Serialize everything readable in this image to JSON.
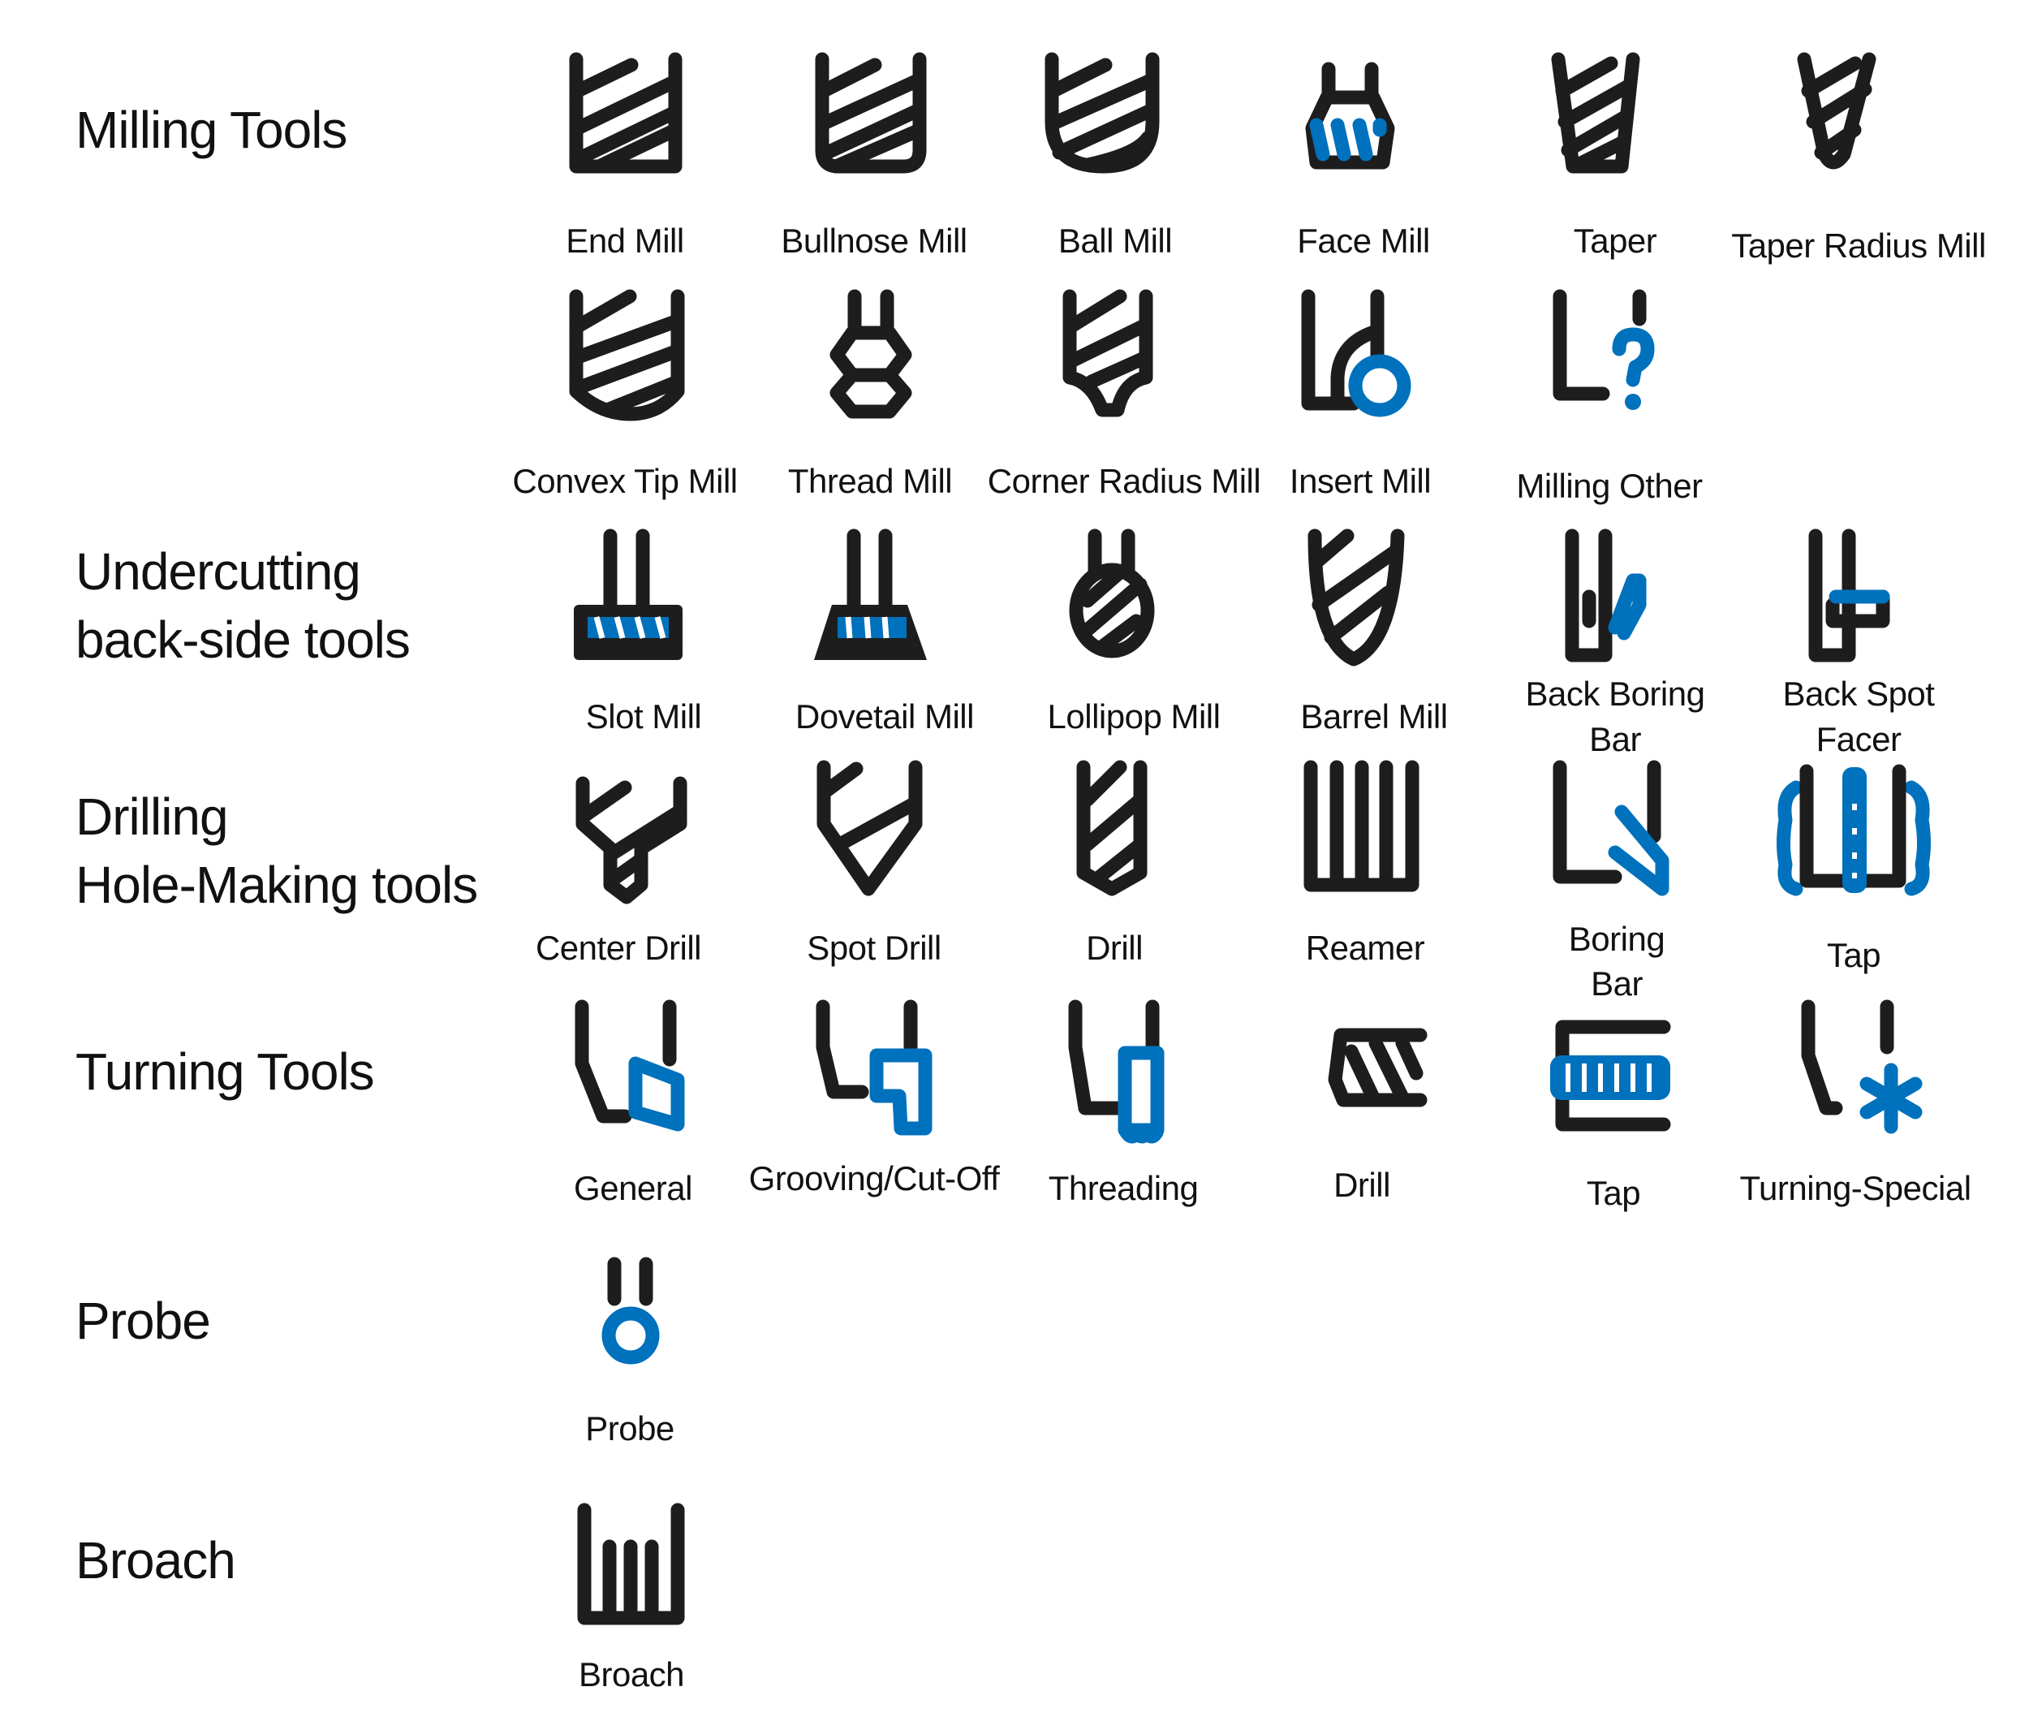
{
  "colors": {
    "ink": "#1d1d1d",
    "accent": "#0071bc",
    "background": "#ffffff"
  },
  "sections": {
    "milling": {
      "title": "Milling Tools"
    },
    "undercutting": {
      "title_line1": "Undercutting",
      "title_line2": "back-side tools"
    },
    "drilling": {
      "title_line1": "Drilling",
      "title_line2": "Hole-Making tools"
    },
    "turning": {
      "title": "Turning Tools"
    },
    "probe": {
      "title": "Probe"
    },
    "broach": {
      "title": "Broach"
    }
  },
  "tools": {
    "end_mill": {
      "label": "End Mill",
      "icon": "end-mill-icon"
    },
    "bullnose_mill": {
      "label": "Bullnose Mill",
      "icon": "bullnose-mill-icon"
    },
    "ball_mill": {
      "label": "Ball Mill",
      "icon": "ball-mill-icon"
    },
    "face_mill": {
      "label": "Face Mill",
      "icon": "face-mill-icon"
    },
    "taper": {
      "label": "Taper",
      "icon": "taper-mill-icon"
    },
    "taper_radius_mill": {
      "label": "Taper Radius Mill",
      "icon": "taper-radius-mill-icon"
    },
    "convex_tip_mill": {
      "label": "Convex Tip Mill",
      "icon": "convex-tip-mill-icon"
    },
    "thread_mill": {
      "label": "Thread Mill",
      "icon": "thread-mill-icon"
    },
    "corner_radius_mill": {
      "label": "Corner Radius Mill",
      "icon": "corner-radius-mill-icon"
    },
    "insert_mill": {
      "label": "Insert Mill",
      "icon": "insert-mill-icon"
    },
    "milling_other": {
      "label": "Milling Other",
      "icon": "milling-other-icon"
    },
    "slot_mill": {
      "label": "Slot Mill",
      "icon": "slot-mill-icon"
    },
    "dovetail_mill": {
      "label": "Dovetail Mill",
      "icon": "dovetail-mill-icon"
    },
    "lollipop_mill": {
      "label": "Lollipop Mill",
      "icon": "lollipop-mill-icon"
    },
    "barrel_mill": {
      "label": "Barrel Mill",
      "icon": "barrel-mill-icon"
    },
    "back_boring_bar": {
      "label_line1": "Back Boring",
      "label_line2": "Bar",
      "icon": "back-boring-bar-icon"
    },
    "back_spot_facer": {
      "label_line1": "Back Spot",
      "label_line2": "Facer",
      "icon": "back-spot-facer-icon"
    },
    "center_drill": {
      "label": "Center Drill",
      "icon": "center-drill-icon"
    },
    "spot_drill": {
      "label": "Spot Drill",
      "icon": "spot-drill-icon"
    },
    "drill": {
      "label": "Drill",
      "icon": "drill-icon"
    },
    "reamer": {
      "label": "Reamer",
      "icon": "reamer-icon"
    },
    "boring_bar": {
      "label_line1": "Boring",
      "label_line2": "Bar",
      "icon": "boring-bar-icon"
    },
    "tap": {
      "label": "Tap",
      "icon": "tap-icon"
    },
    "turning_general": {
      "label": "General",
      "icon": "turning-general-icon"
    },
    "turning_grooving": {
      "label": "Grooving/Cut-Off",
      "icon": "grooving-cutoff-icon"
    },
    "turning_threading": {
      "label": "Threading",
      "icon": "turning-threading-icon"
    },
    "turning_drill": {
      "label": "Drill",
      "icon": "turning-drill-icon"
    },
    "turning_tap": {
      "label": "Tap",
      "icon": "turning-tap-icon"
    },
    "turning_special": {
      "label": "Turning-Special",
      "icon": "turning-special-icon"
    },
    "probe": {
      "label": "Probe",
      "icon": "probe-icon"
    },
    "broach": {
      "label": "Broach",
      "icon": "broach-icon"
    }
  }
}
